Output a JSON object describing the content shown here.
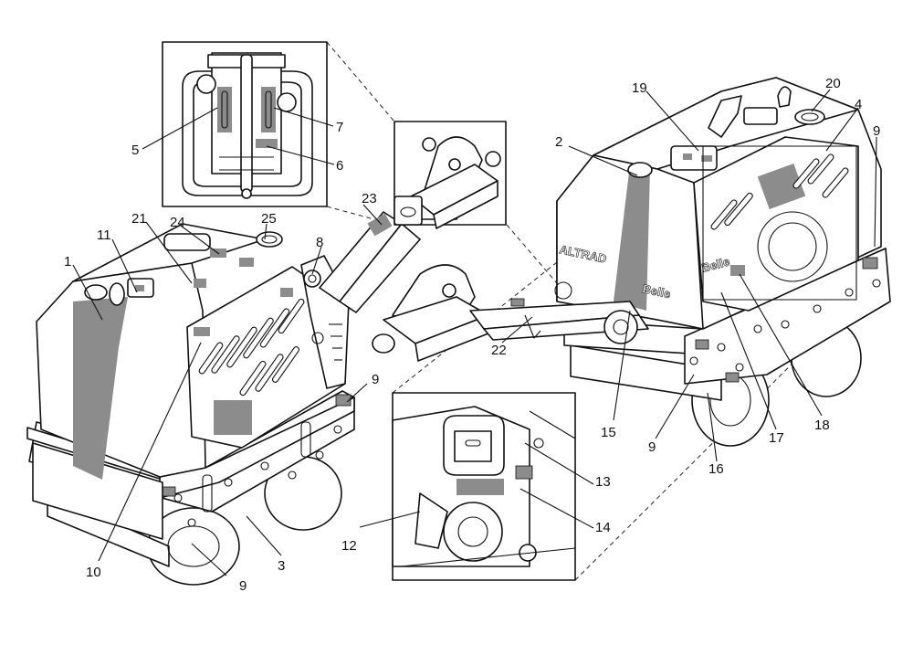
{
  "labels": {
    "l1": "1",
    "l2": "2",
    "l3": "3",
    "l4": "4",
    "l5": "5",
    "l6": "6",
    "l7": "7",
    "l8": "8",
    "l9a": "9",
    "l9b": "9",
    "l9c": "9",
    "l9d": "9",
    "l10": "10",
    "l11": "11",
    "l12": "12",
    "l13": "13",
    "l14": "14",
    "l15": "15",
    "l16": "16",
    "l17": "17",
    "l18": "18",
    "l19": "19",
    "l20": "20",
    "l21": "21",
    "l22": "22",
    "l23": "23",
    "l24": "24",
    "l25": "25"
  },
  "branding": {
    "altrad": "ALTRAD",
    "belle": "Belle"
  },
  "colors": {
    "decal_grey": "#8c8c8c",
    "line": "#111111",
    "background": "#ffffff"
  }
}
